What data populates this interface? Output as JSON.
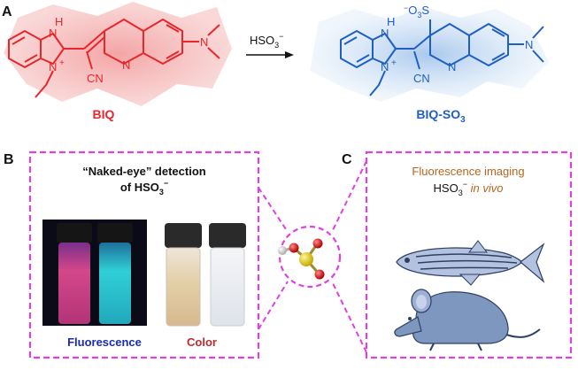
{
  "panel_a": {
    "label": "A",
    "reagent_label": "HSO",
    "reagent_sub": "3",
    "reagent_sup": "−",
    "compound_left": {
      "name": "BIQ",
      "atoms": {
        "nh": "H",
        "n_nh": "N",
        "n_plus": "N",
        "plus": "+",
        "n_quin": "N",
        "n_dimethyl": "N",
        "cn": "CN"
      },
      "color": "#e8262b"
    },
    "compound_right": {
      "name": "BIQ-SO",
      "name_sub": "3",
      "atoms": {
        "nh": "H",
        "n_nh": "N",
        "n_plus": "N",
        "plus": "+",
        "n_quin": "N",
        "n_dimethyl": "N",
        "cn": "CN",
        "so3_minus": "−",
        "so3_o": "O",
        "so3_s": "S",
        "so3_o_sub": "3"
      },
      "color": "#1f5fc4"
    }
  },
  "panel_b": {
    "label": "B",
    "title_line1": "“Naked-eye” detection",
    "title_line2_prefix": "of HSO",
    "title_line2_sub": "3",
    "title_line2_sup": "−",
    "caption_fluorescence": "Fluorescence",
    "caption_color": "Color",
    "caption_fluorescence_color": "#1a2bb5",
    "caption_color_color": "#c0282d"
  },
  "panel_c": {
    "label": "C",
    "title_line1": "Fluorescence imaging",
    "title_line2_prefix": "HSO",
    "title_line2_sub": "3",
    "title_line2_sup": "−",
    "title_line2_italic": " in vivo",
    "title_color": "#b5651d"
  },
  "colors": {
    "frame": "#e040e0",
    "red": "#e8262b",
    "blue": "#1f5fc4",
    "animal": "#7e97bf",
    "animal_dark": "#2e3f66"
  }
}
